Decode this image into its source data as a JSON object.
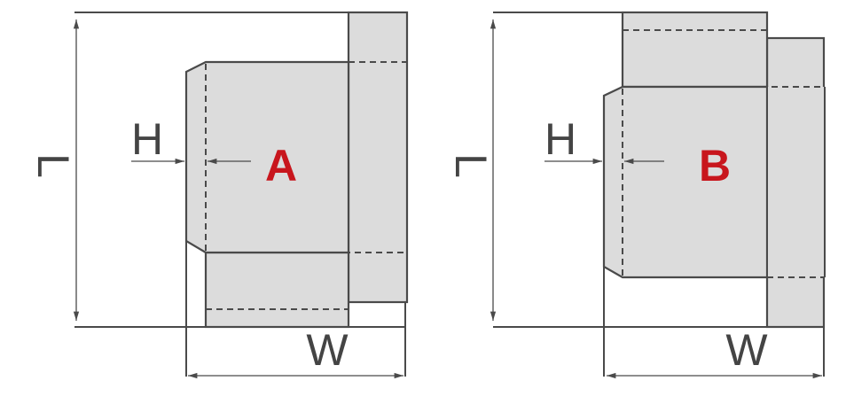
{
  "diagrams": [
    {
      "id": "A",
      "label": "A",
      "length_label": "L",
      "width_label": "W",
      "height_label": "H"
    },
    {
      "id": "B",
      "label": "B",
      "length_label": "L",
      "width_label": "W",
      "height_label": "H"
    }
  ],
  "colors": {
    "accent": "#c8161d",
    "panel": "#dcdcdc",
    "stroke": "#4a4a4a"
  }
}
